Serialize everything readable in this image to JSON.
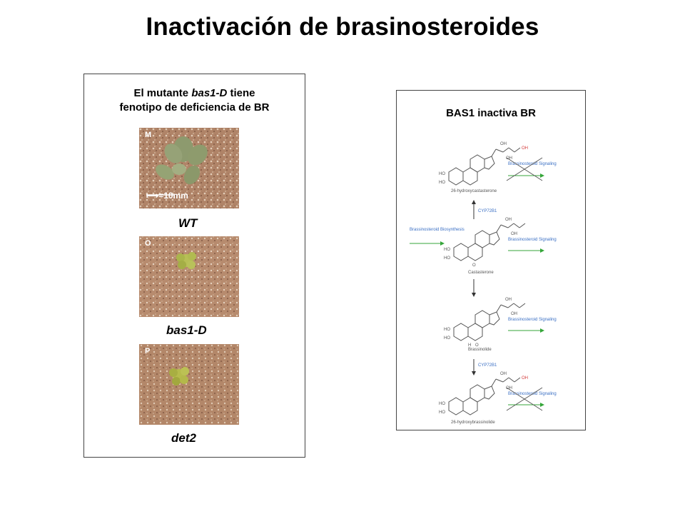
{
  "slide": {
    "title": "Inactivación de brasinosteroides"
  },
  "left_panel": {
    "caption_line1_a": "El mutante ",
    "caption_line1_italic": "bas1-D",
    "caption_line1_b": " tiene",
    "caption_line2": "fenotipo de deficiencia de BR",
    "photos": [
      {
        "corner": "M",
        "scale": "⟼=10mm",
        "label": "WT"
      },
      {
        "corner": "O",
        "label": "bas1-D"
      },
      {
        "corner": "P",
        "label": "det2"
      }
    ]
  },
  "right_panel": {
    "caption": "BAS1 inactiva BR",
    "scheme": {
      "compounds": [
        "26-hydroxycastasterone",
        "Castasterone",
        "Brassinolide",
        "26-hydroxybrassinolide"
      ],
      "enzyme": "CYP72B1",
      "signaling": "Brassinosteroid Signaling",
      "biosynthesis": "Brassinosteroid Biosynthesis",
      "atoms": {
        "oh": "OH",
        "ho": "HO",
        "o": "O",
        "h": "H"
      }
    },
    "colors": {
      "arrow_blue": "#3a6fc4",
      "arrow_green": "#36a63a",
      "hydroxyl_red": "#d43a3a"
    }
  }
}
